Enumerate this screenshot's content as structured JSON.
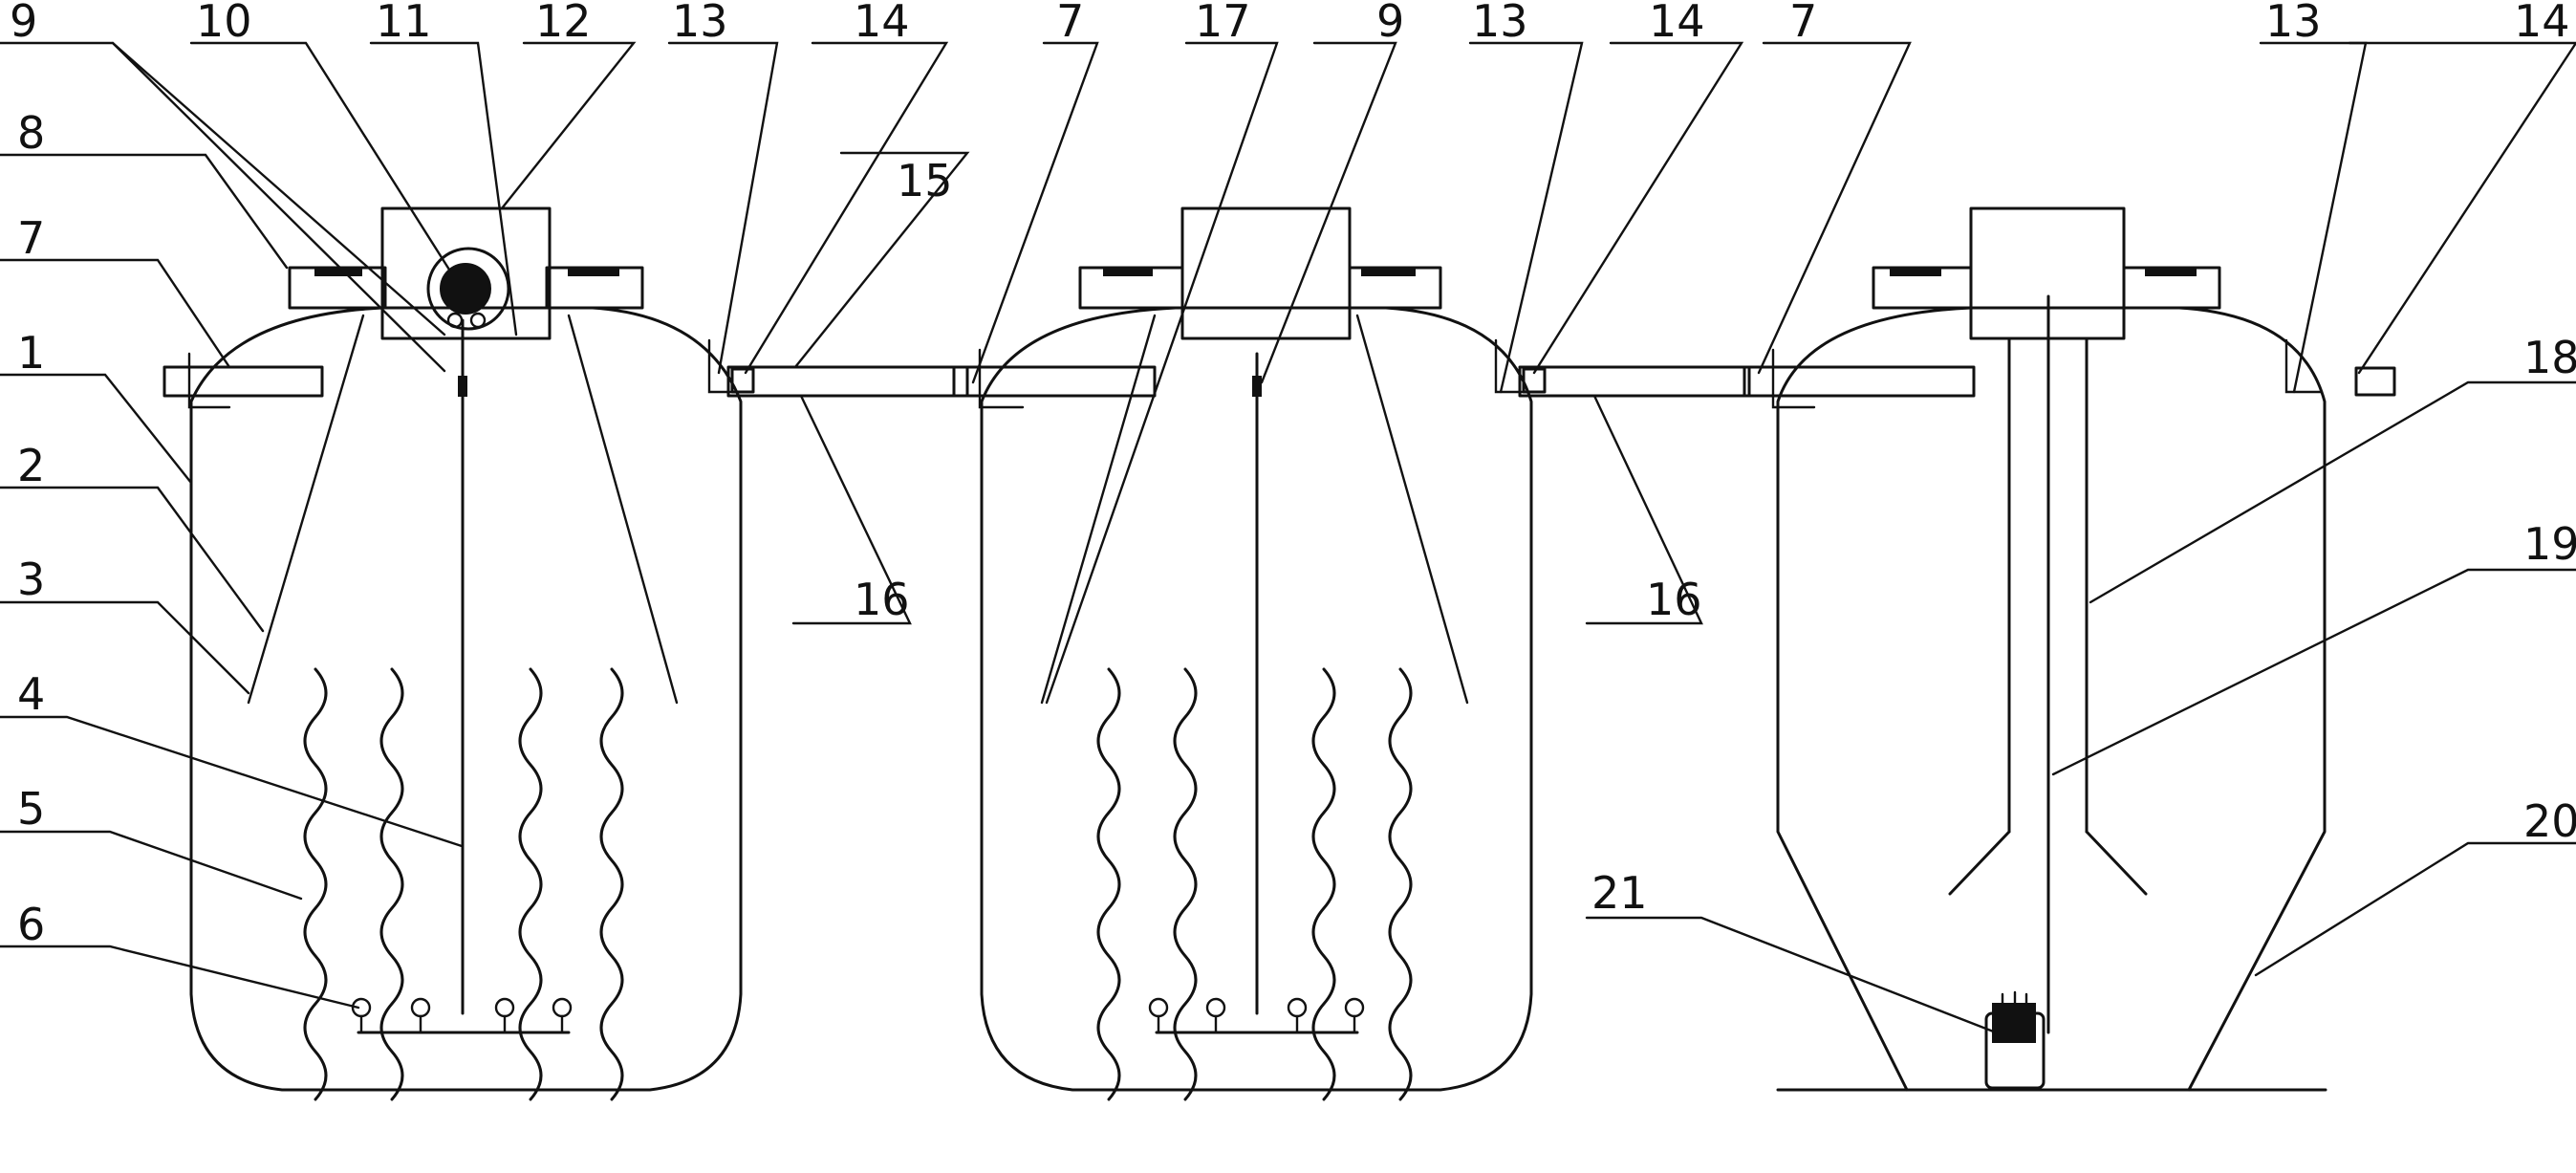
{
  "labels": {
    "n1": "1",
    "n2": "2",
    "n3": "3",
    "n4": "4",
    "n5": "5",
    "n6": "6",
    "n7": "7",
    "n8": "8",
    "n9": "9",
    "n10": "10",
    "n11": "11",
    "n12": "12",
    "n13": "13",
    "n14": "14",
    "n15": "15",
    "n16": "16",
    "n17": "17",
    "n18": "18",
    "n19": "19",
    "n20": "20",
    "n21": "21"
  }
}
